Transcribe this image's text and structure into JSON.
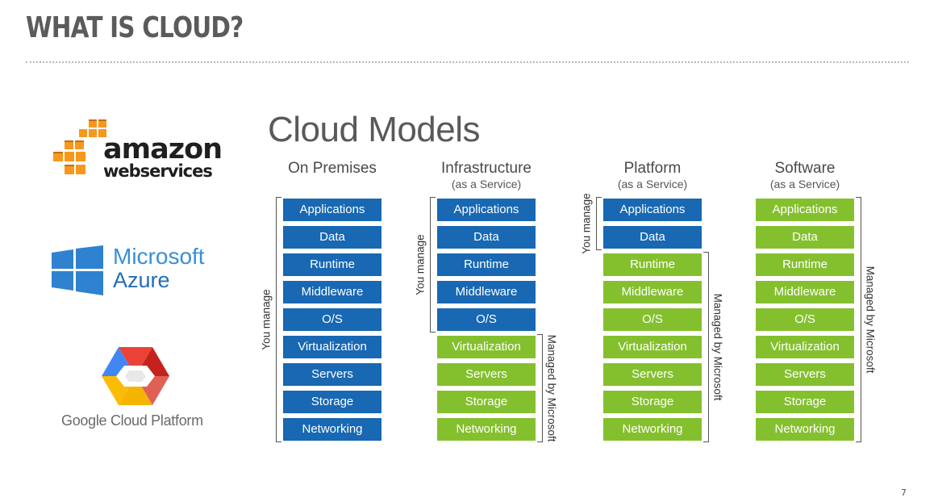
{
  "slide": {
    "title": "WHAT IS CLOUD?",
    "page_number": "7"
  },
  "logos": {
    "aws": {
      "line1": "amazon",
      "line2": "webservices",
      "cube_color": "#f7981d"
    },
    "azure": {
      "line1": "Microsoft",
      "line2": "Azure",
      "color": "#1f6fb8"
    },
    "gcp": {
      "text": "Google Cloud Platform"
    }
  },
  "diagram": {
    "title": "Cloud Models",
    "layers": [
      "Applications",
      "Data",
      "Runtime",
      "Middleware",
      "O/S",
      "Virtualization",
      "Servers",
      "Storage",
      "Networking"
    ],
    "colors": {
      "you_manage": "#1868b3",
      "managed_by_provider": "#84c02e"
    },
    "columns": [
      {
        "name": "On Premises",
        "subtitle": "",
        "you_manage_count": 9,
        "you_manage_label": "You manage",
        "managed_label": ""
      },
      {
        "name": "Infrastructure",
        "subtitle": "(as a Service)",
        "you_manage_count": 5,
        "you_manage_label": "You manage",
        "managed_label": "Managed by Microsoft"
      },
      {
        "name": "Platform",
        "subtitle": "(as a Service)",
        "you_manage_count": 2,
        "you_manage_label": "You manage",
        "managed_label": "Managed by Microsoft"
      },
      {
        "name": "Software",
        "subtitle": "(as a Service)",
        "you_manage_count": 0,
        "you_manage_label": "",
        "managed_label": "Managed by Microsoft"
      }
    ]
  }
}
